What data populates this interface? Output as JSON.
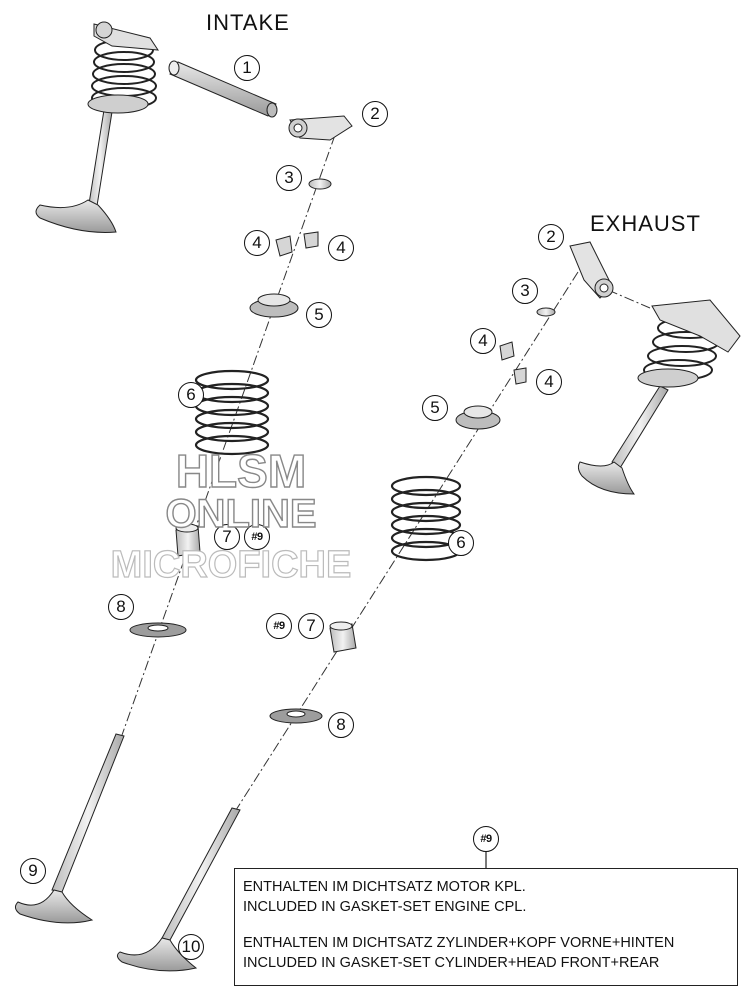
{
  "titles": {
    "intake": "INTAKE",
    "exhaust": "EXHAUST"
  },
  "callouts": {
    "c1": "1",
    "c2": "2",
    "c3": "3",
    "c4": "4",
    "c5": "5",
    "c6": "6",
    "c7": "7",
    "c8": "8",
    "c9": "9",
    "c10": "10",
    "ref9": "#9"
  },
  "watermark": {
    "line1": "HLSM",
    "line2": "ONLINE",
    "line3": "MICROFICHE"
  },
  "note": {
    "ref": "#9",
    "lines_a": [
      "ENTHALTEN IM DICHTSATZ MOTOR KPL.",
      "INCLUDED IN GASKET-SET ENGINE CPL."
    ],
    "lines_b": [
      "ENTHALTEN IM DICHTSATZ ZYLINDER+KOPF VORNE+HINTEN",
      "INCLUDED IN GASKET-SET CYLINDER+HEAD FRONT+REAR"
    ]
  }
}
